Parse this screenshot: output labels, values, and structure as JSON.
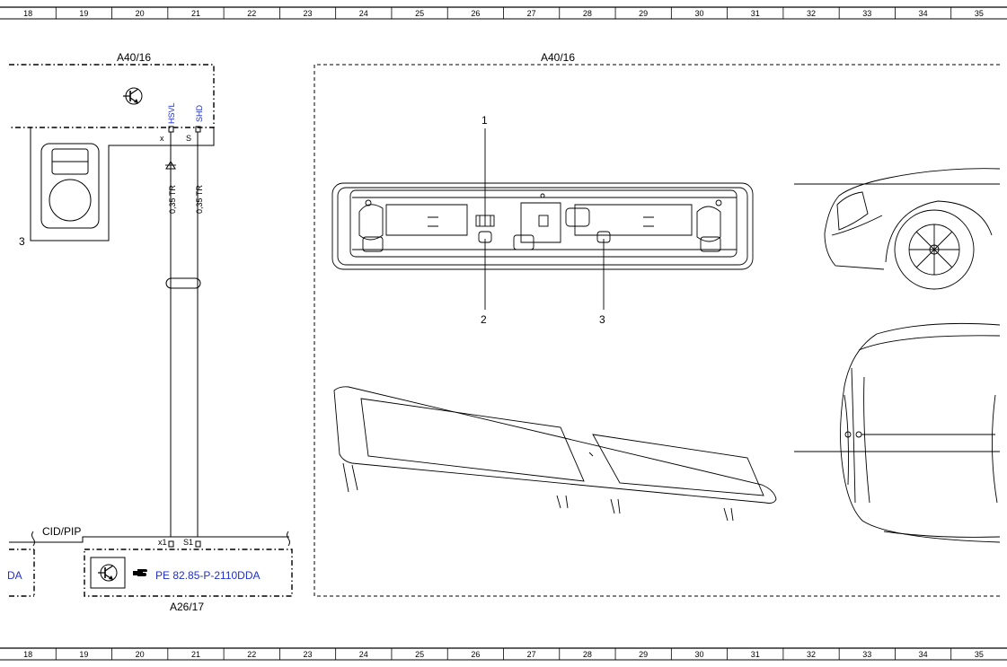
{
  "ruler": {
    "columns": [
      "18",
      "19",
      "20",
      "21",
      "22",
      "23",
      "24",
      "25",
      "26",
      "27",
      "28",
      "29",
      "30",
      "31",
      "32",
      "33",
      "34",
      "35"
    ]
  },
  "components": {
    "left_label": "A40/16",
    "right_label": "A40/16",
    "bottom_label": "A26/17",
    "cid_pip_label": "CID/PIP"
  },
  "pins": {
    "hsvl": "HSVL",
    "shd": "SHD",
    "x": "x",
    "s": "S",
    "x1": "x1",
    "s1": "S1"
  },
  "wires": {
    "wire1": "0,35 TR",
    "wire2": "0,35 TR"
  },
  "callouts": {
    "c1": "1",
    "c2": "2",
    "c3": "3",
    "left_3": "3"
  },
  "references": {
    "pe_ref": "PE 82.85-P-2110DDA",
    "left_cut": "DA"
  }
}
